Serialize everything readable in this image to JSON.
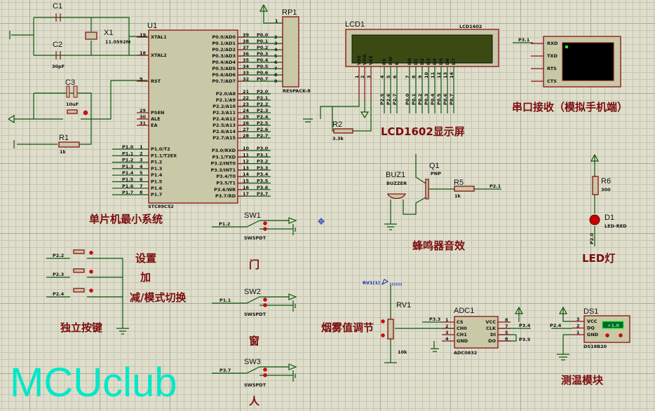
{
  "watermark": "MCUclub",
  "labels": {
    "c1": "C1",
    "c2": "C2",
    "c2_val": "30pF",
    "x1": "X1",
    "x1_val": "11.0592M",
    "c3": "C3",
    "c3_val": "10uF",
    "r1": "R1",
    "r1_val": "1k",
    "u1": "U1",
    "u1_part": "STC89C52",
    "rp1": "RP1",
    "rp1_part": "RESPACK-8",
    "lcd1": "LCD1",
    "lcd_part": "LCD1602",
    "r2": "R2",
    "r2_val": "3.3k",
    "vt_p31": "P3.1",
    "buz1": "BUZ1",
    "buz_part": "BUZZER",
    "q1": "Q1",
    "q1_part": "PNP",
    "r5": "R5",
    "r5_val": "1k",
    "r5_net": "P2.1",
    "r6": "R6",
    "r6_val": "300",
    "d1": "D1",
    "d1_part": "LED-RED",
    "d1_net": "P2.0",
    "sw1": "SW1",
    "sw1_net": "P1.2",
    "sw2": "SW2",
    "sw2_net": "P1.1",
    "sw3": "SW3",
    "sw3_net": "P3.7",
    "swspdt": "SWSPDT",
    "btn1_net": "P2.2",
    "btn2_net": "P2.3",
    "btn3_net": "P2.4",
    "rv1_probe": "RV1(1)",
    "rv1": "RV1",
    "rv1_val": "10k",
    "adc1": "ADC1",
    "adc_part": "ADC0832",
    "adc_cs_net": "P3.3",
    "adc_clk_net": "P3.4",
    "adc_do_net": "P3.5",
    "ds1": "DS1",
    "ds_part": "DS18B20",
    "ds_net": "P2.4",
    "ds_display": "+1.0"
  },
  "captions": {
    "mcu": "单片机最小系统",
    "lcd": "LCD1602显示屏",
    "uart": "串口接收（模拟手机端）",
    "buzzer": "蜂鸣器音效",
    "led": "LED灯",
    "door": "门",
    "window": "窗",
    "person": "人",
    "set": "设置",
    "add": "加",
    "sub": "减/模式切换",
    "keys": "独立按键",
    "smoke": "烟雾值调节",
    "temp": "测温模块"
  },
  "mcu": {
    "left_top": [
      {
        "num": "19",
        "name": "XTAL1"
      },
      {
        "num": "18",
        "name": "XTAL2"
      },
      {
        "num": "9",
        "name": "RST"
      },
      {
        "num": "29",
        "name": "PSEN"
      },
      {
        "num": "30",
        "name": "ALE"
      },
      {
        "num": "31",
        "name": "EA"
      }
    ],
    "p1": [
      {
        "num": "1",
        "name": "P1.0/T2",
        "net": "P1.0"
      },
      {
        "num": "2",
        "name": "P1.1/T2EX",
        "net": "P1.1"
      },
      {
        "num": "3",
        "name": "P1.2",
        "net": "P1.2"
      },
      {
        "num": "4",
        "name": "P1.3",
        "net": "P1.3"
      },
      {
        "num": "5",
        "name": "P1.4",
        "net": "P1.4"
      },
      {
        "num": "6",
        "name": "P1.5",
        "net": "P1.5"
      },
      {
        "num": "7",
        "name": "P1.6",
        "net": "P1.6"
      },
      {
        "num": "8",
        "name": "P1.7",
        "net": "P1.7"
      }
    ],
    "p0": [
      {
        "num": "39",
        "name": "P0.0/AD0",
        "net": "P0.0",
        "rp": "2"
      },
      {
        "num": "38",
        "name": "P0.1/AD1",
        "net": "P0.1",
        "rp": "3"
      },
      {
        "num": "37",
        "name": "P0.2/AD2",
        "net": "P0.2",
        "rp": "4"
      },
      {
        "num": "36",
        "name": "P0.3/AD3",
        "net": "P0.3",
        "rp": "5"
      },
      {
        "num": "35",
        "name": "P0.4/AD4",
        "net": "P0.4",
        "rp": "6"
      },
      {
        "num": "34",
        "name": "P0.5/AD5",
        "net": "P0.5",
        "rp": "7"
      },
      {
        "num": "33",
        "name": "P0.6/AD6",
        "net": "P0.6",
        "rp": "8"
      },
      {
        "num": "32",
        "name": "P0.7/AD7",
        "net": "P0.7",
        "rp": "9"
      }
    ],
    "p2": [
      {
        "num": "21",
        "name": "P2.0/A8",
        "net": "P2.0"
      },
      {
        "num": "22",
        "name": "P2.1/A9",
        "net": "P2.1"
      },
      {
        "num": "23",
        "name": "P2.2/A10",
        "net": "P2.2"
      },
      {
        "num": "24",
        "name": "P2.3/A11",
        "net": "P2.3"
      },
      {
        "num": "25",
        "name": "P2.4/A12",
        "net": "P2.4"
      },
      {
        "num": "26",
        "name": "P2.5/A13",
        "net": "P2.5"
      },
      {
        "num": "27",
        "name": "P2.6/A14",
        "net": "P2.6"
      },
      {
        "num": "28",
        "name": "P2.7/A15",
        "net": "P2.7"
      }
    ],
    "p3": [
      {
        "num": "10",
        "name": "P3.0/RXD",
        "net": "P3.0"
      },
      {
        "num": "11",
        "name": "P3.1/TXD",
        "net": "P3.1"
      },
      {
        "num": "12",
        "name": "P3.2/INT0",
        "net": "P3.2"
      },
      {
        "num": "13",
        "name": "P3.3/INT1",
        "net": "P3.3"
      },
      {
        "num": "14",
        "name": "P3.4/T0",
        "net": "P3.4"
      },
      {
        "num": "15",
        "name": "P3.5/T1",
        "net": "P3.5"
      },
      {
        "num": "16",
        "name": "P3.6/WR",
        "net": "P3.6"
      },
      {
        "num": "17",
        "name": "P3.7/RD",
        "net": "P3.7"
      }
    ],
    "rp1_pin1": "1"
  },
  "lcd": {
    "pins": [
      {
        "name": "VSS",
        "num": "1",
        "net": ""
      },
      {
        "name": "VDD",
        "num": "2",
        "net": ""
      },
      {
        "name": "VEE",
        "num": "3",
        "net": ""
      },
      {
        "name": "RS",
        "num": "4",
        "net": "P2.5"
      },
      {
        "name": "RW",
        "num": "5",
        "net": "P2.6"
      },
      {
        "name": "E",
        "num": "6",
        "net": "P2.7"
      },
      {
        "name": "D0",
        "num": "7",
        "net": "P0.0"
      },
      {
        "name": "D1",
        "num": "8",
        "net": "P0.1"
      },
      {
        "name": "D2",
        "num": "9",
        "net": "P0.2"
      },
      {
        "name": "D3",
        "num": "10",
        "net": "P0.3"
      },
      {
        "name": "D4",
        "num": "11",
        "net": "P0.4"
      },
      {
        "name": "D5",
        "num": "12",
        "net": "P0.5"
      },
      {
        "name": "D6",
        "num": "13",
        "net": "P0.6"
      },
      {
        "name": "D7",
        "num": "14",
        "net": "P0.7"
      }
    ]
  },
  "terminal": {
    "pins": [
      "RXD",
      "TXD",
      "RTS",
      "CTS"
    ]
  },
  "adc": {
    "left": [
      {
        "num": "1",
        "name": "CS"
      },
      {
        "num": "2",
        "name": "CH0"
      },
      {
        "num": "3",
        "name": "CH1"
      },
      {
        "num": "4",
        "name": "GND"
      }
    ],
    "right": [
      {
        "num": "8",
        "name": "VCC"
      },
      {
        "num": "7",
        "name": "CLK"
      },
      {
        "num": "5",
        "name": "DI"
      },
      {
        "num": "6",
        "name": "DO"
      }
    ]
  },
  "ds": {
    "pins": [
      {
        "num": "3",
        "name": "VCC"
      },
      {
        "num": "2",
        "name": "DQ"
      },
      {
        "num": "1",
        "name": "GND"
      }
    ]
  },
  "colors": {
    "wire": "#0a560a",
    "component": "#8b1010",
    "body": "#c9c8a7",
    "caption": "#7a0c0c",
    "watermark": "#00e8c8",
    "probe": "#1030c0"
  }
}
